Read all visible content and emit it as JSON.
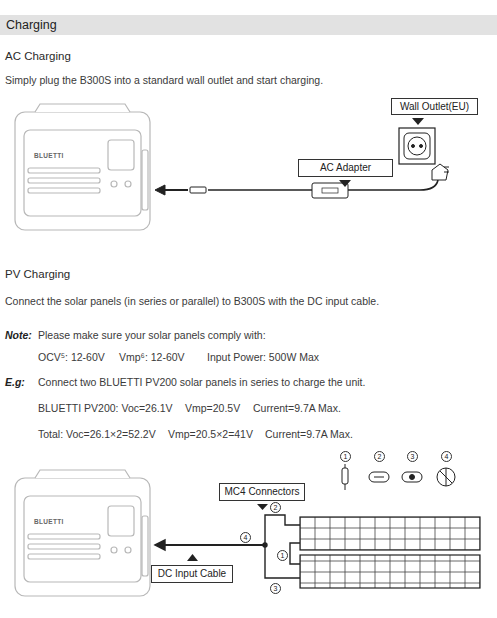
{
  "diagram": {
    "title": "Charging",
    "nodes": [
      {
        "text": [
          "Wall Outlet(EU)"
        ]
      },
      {
        "text": [
          "AC Adapter"
        ]
      },
      {
        "text": [
          "MC4 Connectors"
        ]
      },
      {
        "text": [
          "DC Input Cable"
        ]
      }
    ],
    "labels": [
      "AC Charging",
      "Simply plug the B300S into a standard wall outlet and start charging.",
      "PV Charging",
      "Connect the solar panels (in series or parallel) to B300S with the DC input cable.",
      "Note:",
      "Please make sure your solar panels comply with:",
      "OCV⁵: 12-60V",
      "Vmp⁶: 12-60V",
      "Input Power: 500W Max",
      "E.g:",
      "Connect two BLUETTI PV200 solar panels in series to charge the unit.",
      "BLUETTI PV200: Voc=26.1V",
      "Vmp=20.5V",
      "Current=9.7A Max.",
      "Total: Voc=26.1×2=52.2V",
      "Vmp=20.5×2=41V",
      "Current=9.7A Max.",
      "1",
      "2",
      "3",
      "4",
      "2",
      "4",
      "1",
      "3",
      "BLUETTI",
      "BLUETTI"
    ]
  }
}
